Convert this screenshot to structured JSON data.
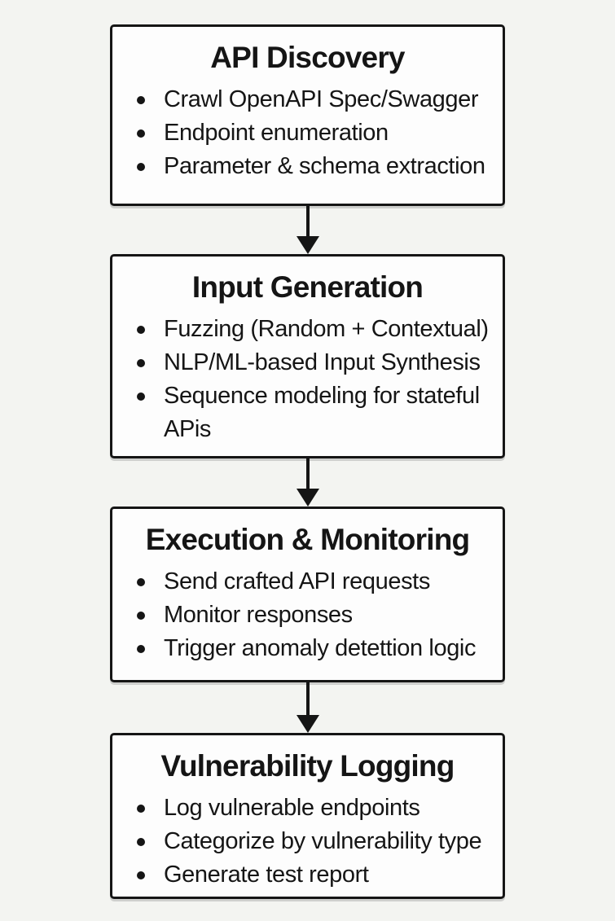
{
  "flowchart": {
    "colors": {
      "background": "#f3f4f1",
      "box_fill": "#fdfdfd",
      "line": "#151515"
    },
    "boxes": [
      {
        "title": "API Discovery",
        "items": [
          "Crawl OpenAPI Spec/Swagger",
          "Endpoint enumeration",
          "Parameter & schema extraction"
        ]
      },
      {
        "title": "Input Generation",
        "items": [
          "Fuzzing (Random + Contextual)",
          "NLP/ML-based Input Synthesis",
          "Sequence modeling for stateful APis"
        ]
      },
      {
        "title": "Execution & Monitoring",
        "items": [
          "Send crafted API requests",
          "Monitor responses",
          "Trigger anomaly detettion logic"
        ]
      },
      {
        "title": "Vulnerability Logging",
        "items": [
          "Log vulnerable endpoints",
          "Categorize by vulnerability type",
          "Generate test report"
        ]
      }
    ]
  }
}
